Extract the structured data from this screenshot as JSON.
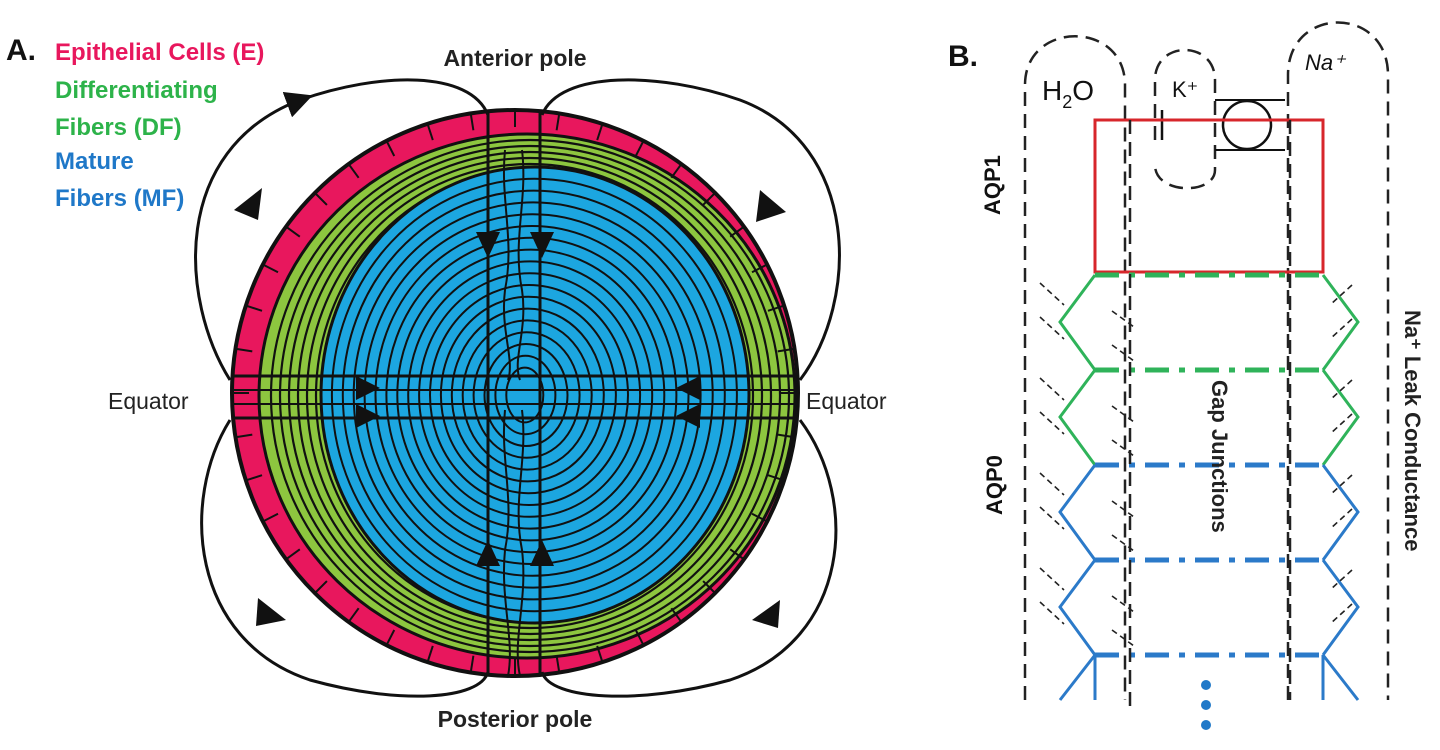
{
  "panel_a": {
    "letter": "A.",
    "legend": {
      "epithelial": "Epithelial Cells (E)",
      "diff_line1": "Differentiating",
      "diff_line2": "Fibers (DF)",
      "mature_line1": "Mature",
      "mature_line2": "Fibers (MF)"
    },
    "anterior_pole": "Anterior pole",
    "posterior_pole": "Posterior pole",
    "equator_left": "Equator",
    "equator_right": "Equator"
  },
  "panel_b": {
    "letter": "B.",
    "h2o_main": "H",
    "h2o_sub": "2",
    "h2o_end": "O",
    "k_plus": "K⁺",
    "na_plus": "Na⁺",
    "aqp1": "AQP1",
    "aqp0": "AQP0",
    "gap_junctions": "Gap Junctions",
    "na_leak": "Na⁺ Leak Conductance"
  },
  "colors": {
    "epithelial": "#e8175d",
    "differentiating": "#8dc63f",
    "mature": "#1ca6e0",
    "diff_label": "#2db34a",
    "mature_label": "#1f78c8",
    "red_box": "#d7262b",
    "green_hex": "#2fb35a",
    "blue_hex": "#2b7ac9"
  }
}
